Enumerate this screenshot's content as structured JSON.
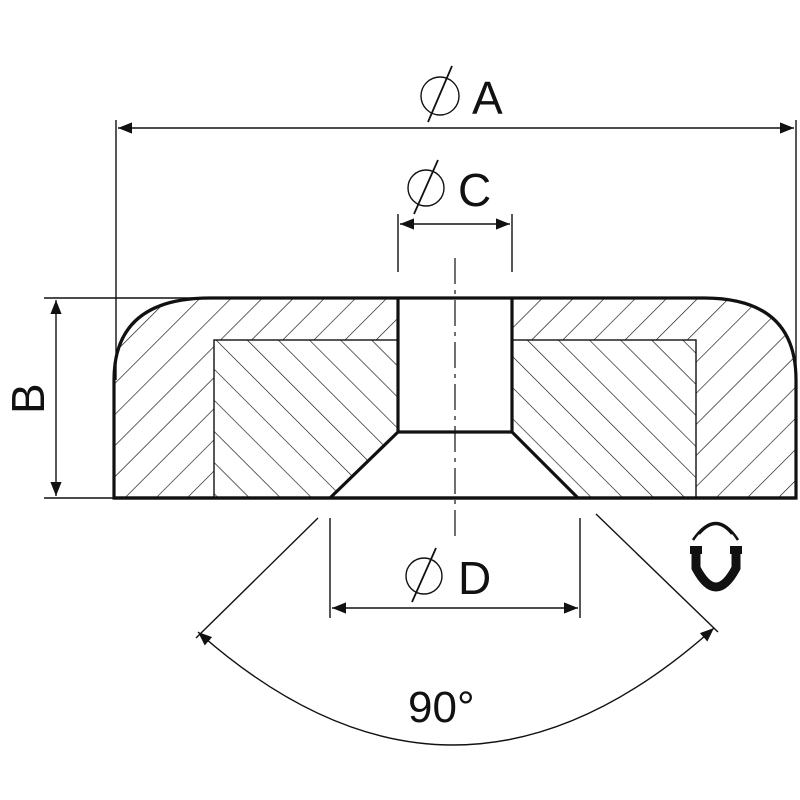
{
  "dimensions": {
    "diameter_symbol": "⌀",
    "A": "A",
    "B": "B",
    "C": "C",
    "D": "D",
    "angle": "90°"
  },
  "icons": {
    "magnet": "magnet-icon"
  },
  "colors": {
    "line": "#111111",
    "background": "#ffffff"
  }
}
